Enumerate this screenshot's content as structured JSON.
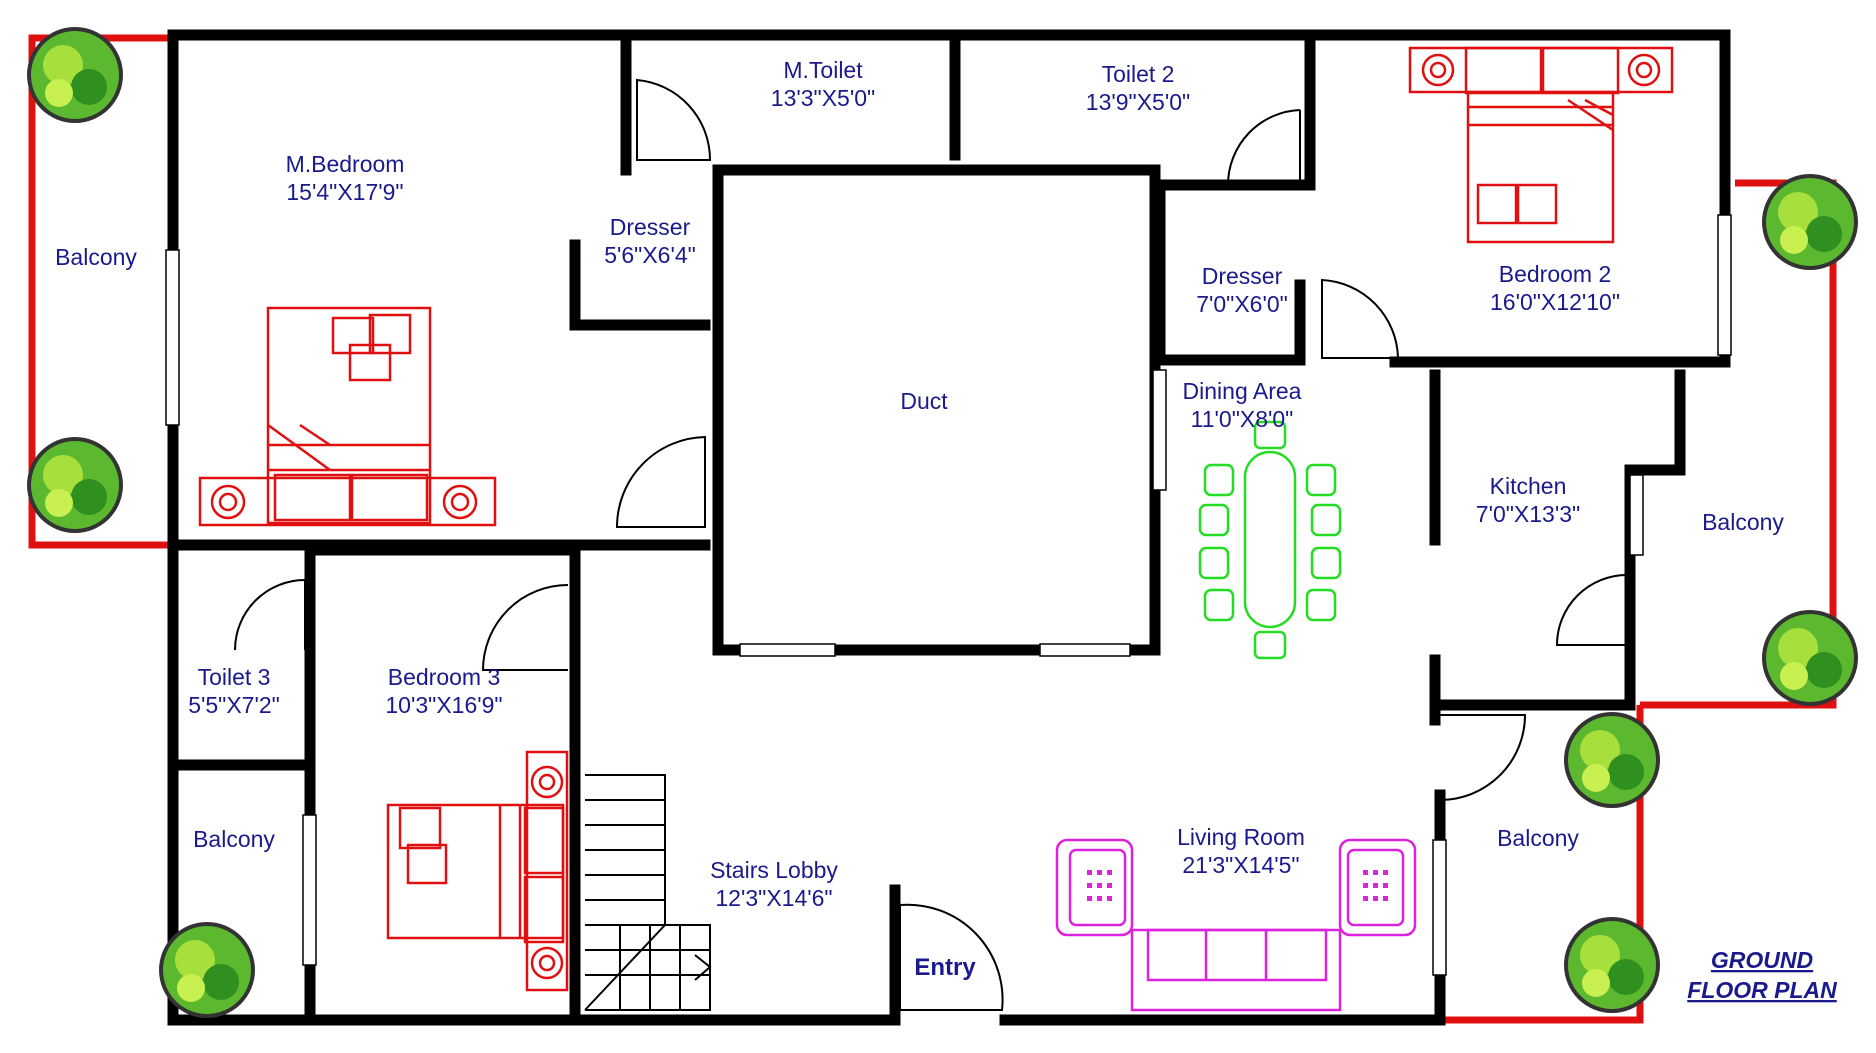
{
  "title": {
    "line1": "GROUND",
    "line2": "FLOOR PLAN"
  },
  "entry_label": "Entry",
  "rooms": {
    "balcony_left": {
      "name": "Balcony"
    },
    "m_bedroom": {
      "name": "M.Bedroom",
      "size": "15'4\"X17'9\""
    },
    "m_toilet": {
      "name": "M.Toilet",
      "size": "13'3\"X5'0\""
    },
    "toilet2": {
      "name": "Toilet 2",
      "size": "13'9\"X5'0\""
    },
    "bedroom2": {
      "name": "Bedroom 2",
      "size": "16'0\"X12'10\""
    },
    "dresser1": {
      "name": "Dresser",
      "size": "5'6\"X6'4\""
    },
    "dresser2": {
      "name": "Dresser",
      "size": "7'0\"X6'0\""
    },
    "duct": {
      "name": "Duct"
    },
    "dining": {
      "name": "Dining Area",
      "size": "11'0\"X8'0\""
    },
    "kitchen": {
      "name": "Kitchen",
      "size": "7'0\"X13'3\""
    },
    "balcony_right": {
      "name": "Balcony"
    },
    "toilet3": {
      "name": "Toilet 3",
      "size": "5'5\"X7'2\""
    },
    "bedroom3": {
      "name": "Bedroom 3",
      "size": "10'3\"X16'9\""
    },
    "balcony_bl": {
      "name": "Balcony"
    },
    "stairs": {
      "name": "Stairs Lobby",
      "size": "12'3\"X14'6\""
    },
    "living": {
      "name": "Living Room",
      "size": "21'3\"X14'5\""
    },
    "balcony_br": {
      "name": "Balcony"
    }
  },
  "colors": {
    "text": "#1a1a8c",
    "wall": "#000000",
    "bed": "#e01010",
    "dining": "#22dd22",
    "sofa": "#dd22dd",
    "plant": "#5cb82e"
  }
}
